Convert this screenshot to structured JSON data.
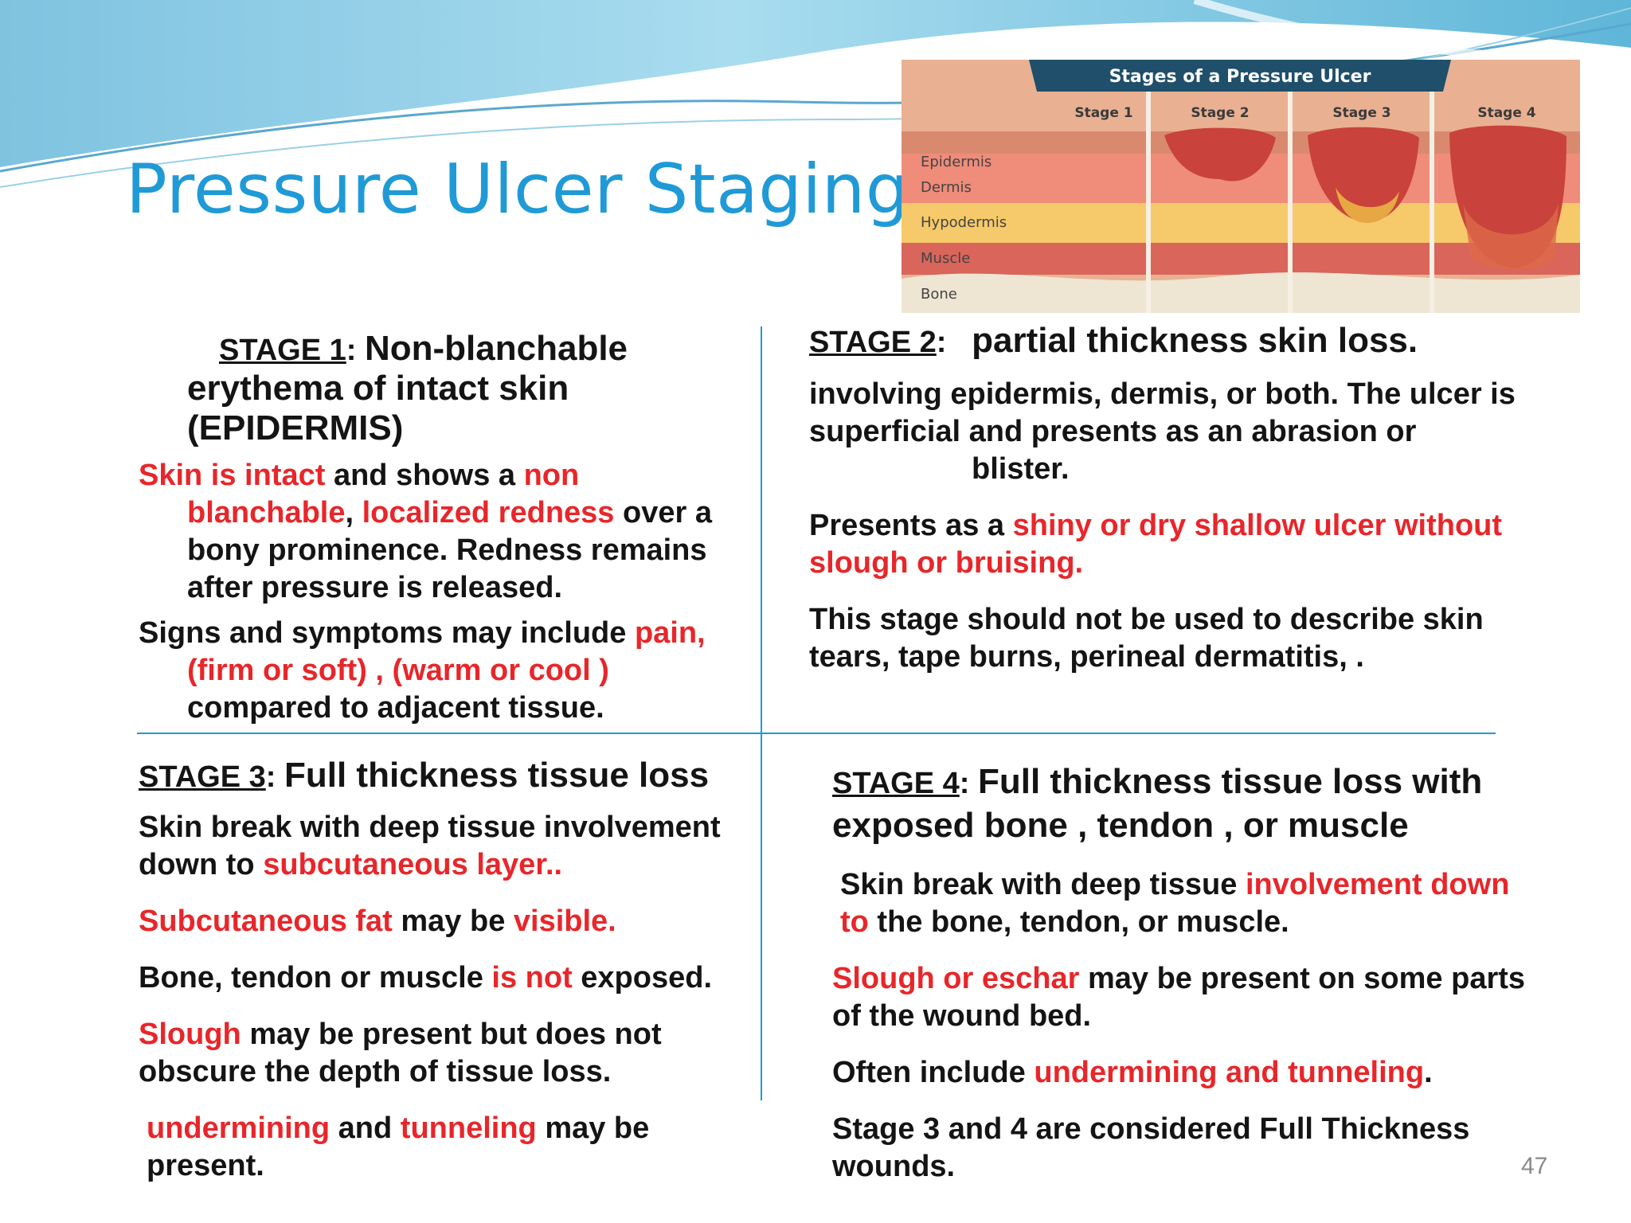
{
  "title": "Pressure Ulcer Staging",
  "figure": {
    "heading": "Stages of a Pressure Ulcer",
    "stage_labels": [
      "Stage 1",
      "Stage 2",
      "Stage 3",
      "Stage 4"
    ],
    "layers": [
      "Epidermis",
      "Dermis",
      "Hypodermis",
      "Muscle",
      "Bone"
    ],
    "colors": {
      "banner": "#1f4f6a",
      "epidermis": "#d98a6e",
      "dermis": "#f08c7a",
      "hypodermis": "#f6c96a",
      "muscle": "#d9655b",
      "bone": "#eee6d3",
      "wound": "#c9423b"
    }
  },
  "stage1": {
    "label": "STAGE 1",
    "colon": ": ",
    "heading": "Non-blanchable erythema of intact skin (EPIDERMIS)",
    "p1": {
      "a": "Skin is intact",
      "b": " and shows a ",
      "c": "non blanchable",
      "d": ", ",
      "e": "localized redness",
      "f": " over a bony prominence. Redness remains after pressure is released."
    },
    "p2": {
      "a": "Signs and symptoms may include ",
      "b": "pain, (firm or soft) ,  (warm or cool )",
      "c": " compared to adjacent tissue."
    }
  },
  "stage2": {
    "label": "STAGE 2",
    "colon": ":   ",
    "heading": "partial thickness skin loss.",
    "p1a": "involving epidermis, dermis, or both. The ulcer is superficial and presents as an abrasion or",
    "p1b": "blister.",
    "p2": {
      "a": "Presents as a ",
      "b": "shiny or dry shallow  ulcer without slough or bruising."
    },
    "p3": "This stage should not be used to describe skin tears, tape burns, perineal dermatitis, ."
  },
  "stage3": {
    "label": "STAGE 3",
    "colon": ": ",
    "heading": "Full thickness tissue loss",
    "p1": {
      "a": "Skin break with deep tissue involvement down to ",
      "b": "subcutaneous layer.."
    },
    "p2": {
      "a": "Subcutaneous fat",
      "b": " may be ",
      "c": "visible."
    },
    "p3": {
      "a": "Bone, tendon or muscle ",
      "b": "is not",
      "c": " exposed."
    },
    "p4": {
      "a": "Slough",
      "b": " may be present but does not obscure the depth of tissue loss."
    },
    "p5": {
      "a": "undermining",
      "b": " and ",
      "c": "tunneling",
      "d": " may be present."
    }
  },
  "stage4": {
    "label": "STAGE 4",
    "colon": ": ",
    "heading": "Full thickness tissue loss with exposed bone , tendon , or muscle",
    "p1": {
      "a": "Skin break with deep tissue ",
      "b": "involvement down to",
      "c": " the bone, tendon, or muscle."
    },
    "p2": {
      "a": "Slough or eschar",
      "b": " may be present on some parts of the wound bed."
    },
    "p3": {
      "a": "Often include ",
      "b": "undermining and tunneling",
      "c": "."
    },
    "p4": "Stage 3 and 4 are considered Full Thickness wounds."
  },
  "page_number": "47"
}
